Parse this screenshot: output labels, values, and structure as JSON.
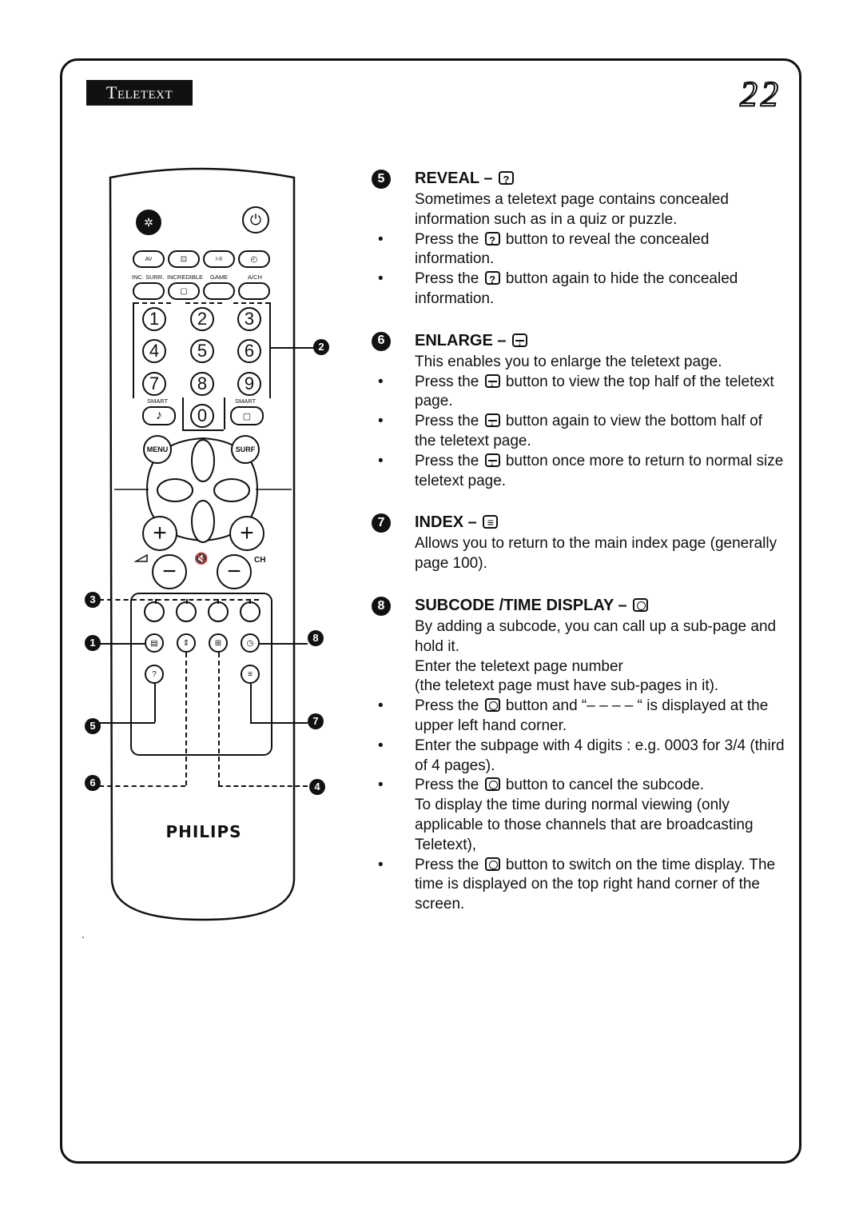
{
  "header": {
    "section_label": "Teletext",
    "page_number": "22"
  },
  "remote": {
    "brand": "PHILIPS",
    "top_pills": [
      "AV",
      "",
      "I-II",
      ""
    ],
    "top_labels": [
      "INC. SURR.",
      "INCREDIBLE",
      "GAME",
      "A/CH"
    ],
    "digits": [
      "1",
      "2",
      "3",
      "4",
      "5",
      "6",
      "7",
      "8",
      "9",
      "0"
    ],
    "smart_label": "SMART",
    "menu_label": "MENU",
    "surf_label": "SURF",
    "ch_label": "CH",
    "callouts": {
      "c1": "1",
      "c2": "2",
      "c3": "3",
      "c4": "4",
      "c5": "5",
      "c6": "6",
      "c7": "7",
      "c8": "8"
    }
  },
  "sections": {
    "reveal": {
      "number": "5",
      "title": "REVEAL –",
      "intro": "Sometimes a teletext page contains concealed information such as in a quiz or puzzle.",
      "b1_pre": "Press the",
      "b1_post": "button to reveal the concealed information.",
      "b2_pre": "Press the",
      "b2_post": "button again to hide the concealed information."
    },
    "enlarge": {
      "number": "6",
      "title": "ENLARGE –",
      "intro": "This enables you to enlarge the teletext page.",
      "b1_pre": "Press the",
      "b1_post": "button to view the top half of the teletext page.",
      "b2_pre": "Press the",
      "b2_post": "button again to view the bottom half of the teletext page.",
      "b3_pre": "Press the",
      "b3_post": "button once more to return to normal size teletext page."
    },
    "index": {
      "number": "7",
      "title": "INDEX –",
      "intro": "Allows you to return to the main index page (generally page 100)."
    },
    "subcode": {
      "number": "8",
      "title": "SUBCODE /TIME DISPLAY –",
      "intro": "By adding a subcode, you can call up a sub-page and hold it.",
      "line2": "Enter the teletext page number",
      "line3": "(the teletext page must have sub-pages in it).",
      "b1_pre": "Press the",
      "b1_post": "button and “– – – – “ is displayed at the upper left hand corner.",
      "b2": "Enter the subpage with 4 digits :  e.g. 0003 for 3/4 (third of 4 pages).",
      "b3_pre": "Press the",
      "b3_post": "button to cancel the subcode.",
      "note": "To display the time during normal viewing (only applicable to those channels that are broadcasting Teletext),",
      "b4_pre": "Press the",
      "b4_post": "button to switch on the time display. The time is displayed on the top right hand corner of the screen."
    }
  },
  "footnote": "."
}
